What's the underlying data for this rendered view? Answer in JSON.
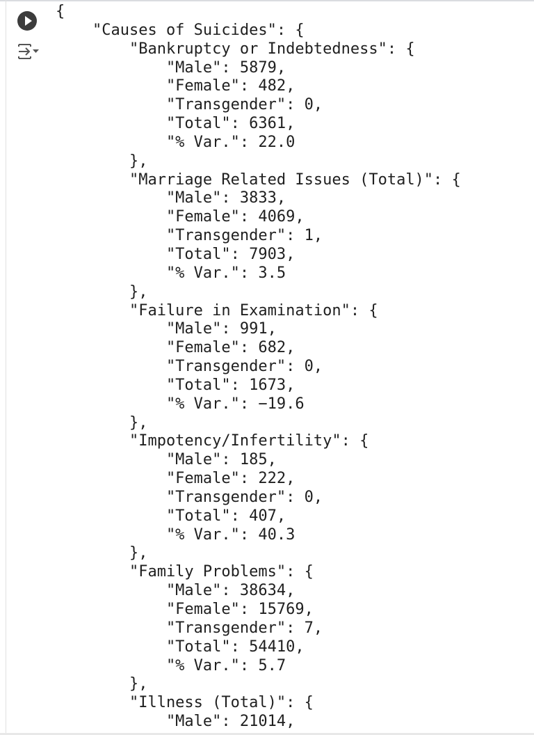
{
  "cell": {
    "run_icon": "play-circle-icon",
    "output_icon": "output-actions-icon",
    "output_lines": [
      "{",
      "    \"Causes of Suicides\": {",
      "        \"Bankruptcy or Indebtedness\": {",
      "            \"Male\": 5879,",
      "            \"Female\": 482,",
      "            \"Transgender\": 0,",
      "            \"Total\": 6361,",
      "            \"% Var.\": 22.0",
      "        },",
      "        \"Marriage Related Issues (Total)\": {",
      "            \"Male\": 3833,",
      "            \"Female\": 4069,",
      "            \"Transgender\": 1,",
      "            \"Total\": 7903,",
      "            \"% Var.\": 3.5",
      "        },",
      "        \"Failure in Examination\": {",
      "            \"Male\": 991,",
      "            \"Female\": 682,",
      "            \"Transgender\": 0,",
      "            \"Total\": 1673,",
      "            \"% Var.\": −19.6",
      "        },",
      "        \"Impotency/Infertility\": {",
      "            \"Male\": 185,",
      "            \"Female\": 222,",
      "            \"Transgender\": 0,",
      "            \"Total\": 407,",
      "            \"% Var.\": 40.3",
      "        },",
      "        \"Family Problems\": {",
      "            \"Male\": 38634,",
      "            \"Female\": 15769,",
      "            \"Transgender\": 7,",
      "            \"Total\": 54410,",
      "            \"% Var.\": 5.7",
      "        },",
      "        \"Illness (Total)\": {",
      "            \"Male\": 21014,"
    ]
  }
}
